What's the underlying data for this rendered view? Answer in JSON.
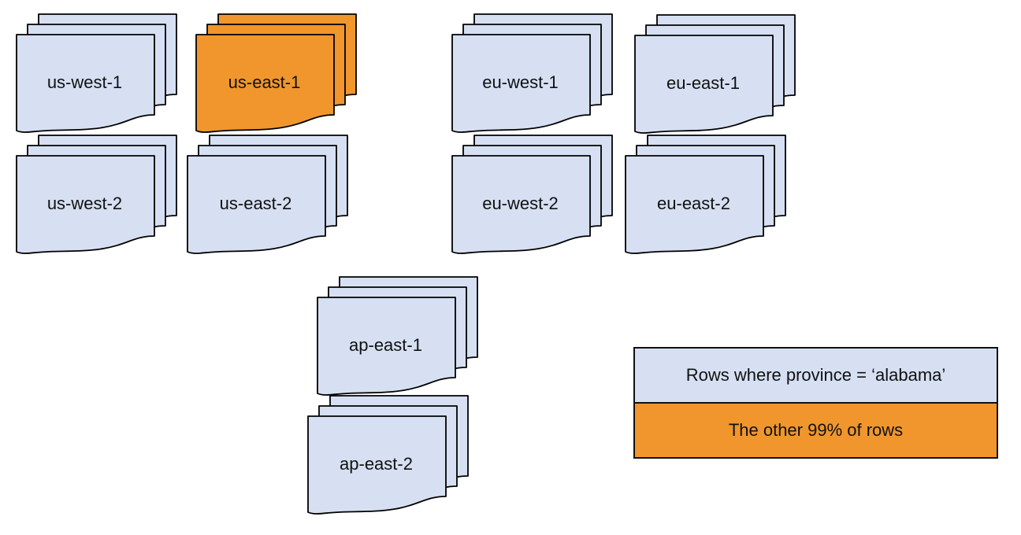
{
  "colors": {
    "doc_fill": "#D6E0F2",
    "highlight_fill": "#F0962D",
    "stroke": "#000000",
    "background": "#FFFFFF"
  },
  "stacks": [
    {
      "label": "us-west-1",
      "highlighted": false
    },
    {
      "label": "us-east-1",
      "highlighted": true
    },
    {
      "label": "eu-west-1",
      "highlighted": false
    },
    {
      "label": "eu-east-1",
      "highlighted": false
    },
    {
      "label": "us-west-2",
      "highlighted": false
    },
    {
      "label": "us-east-2",
      "highlighted": false
    },
    {
      "label": "eu-west-2",
      "highlighted": false
    },
    {
      "label": "eu-east-2",
      "highlighted": false
    },
    {
      "label": "ap-east-1",
      "highlighted": false
    },
    {
      "label": "ap-east-2",
      "highlighted": false
    }
  ],
  "legend": {
    "items": [
      {
        "label": "Rows where province = ‘alabama’",
        "color": "#D6E0F2"
      },
      {
        "label": "The other 99% of rows",
        "color": "#F0962D"
      }
    ]
  }
}
